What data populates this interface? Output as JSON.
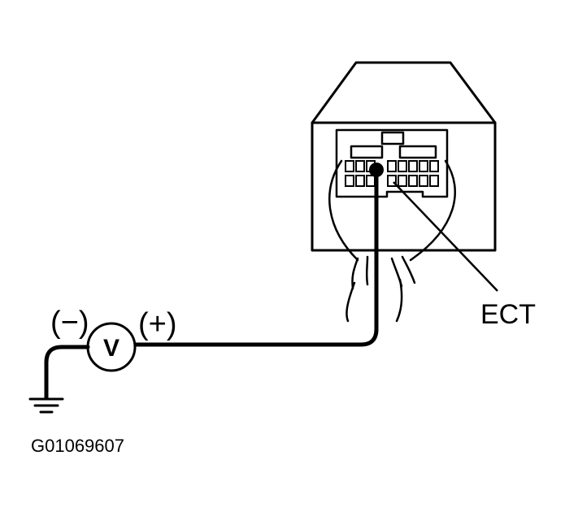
{
  "diagram": {
    "labels": {
      "negative": "(−)",
      "positive": "(+)",
      "voltmeter": "V",
      "terminal": "ECT",
      "figure_code": "G01069607"
    },
    "colors": {
      "line": "#000000",
      "background": "#ffffff"
    },
    "icons": [
      "voltmeter-icon",
      "ground-icon",
      "connector-icon"
    ]
  }
}
